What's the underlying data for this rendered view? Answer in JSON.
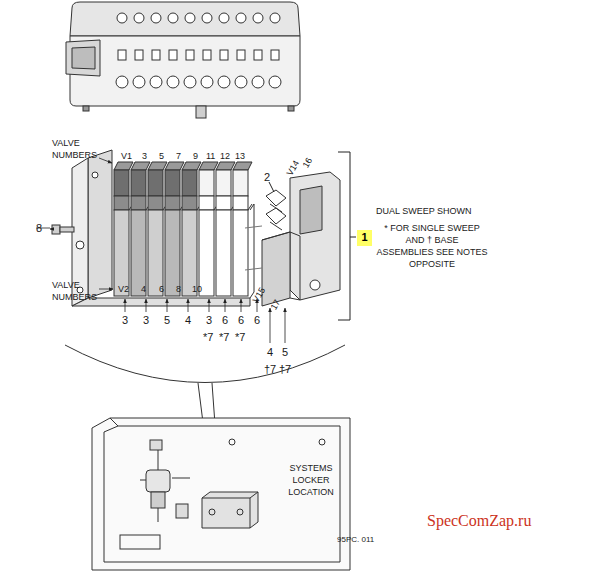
{
  "diagram": {
    "nodes": [
      {
        "text": [
          "1"
        ]
      }
    ],
    "labels": [
      "VALVE NUMBERS",
      "V1",
      "3",
      "5",
      "7",
      "9",
      "11",
      "12",
      "13",
      "2",
      "V14",
      "16",
      "DUAL SWEEP SHOWN",
      "* FOR SINGLE SWEEP AND † BASE ASSEMBLIES SEE NOTES OPPOSITE",
      "8",
      "VALVE NUMBERS",
      "V2",
      "4",
      "6",
      "8",
      "10",
      "V15",
      "17",
      "3",
      "3",
      "5",
      "4",
      "3",
      "6",
      "6",
      "6",
      "*7",
      "*7",
      "*7",
      "4",
      "5",
      "†7",
      "†7",
      "SYSTEMS LOCKER LOCATION",
      "95PC. 011",
      "SpecComZap.ru"
    ]
  }
}
